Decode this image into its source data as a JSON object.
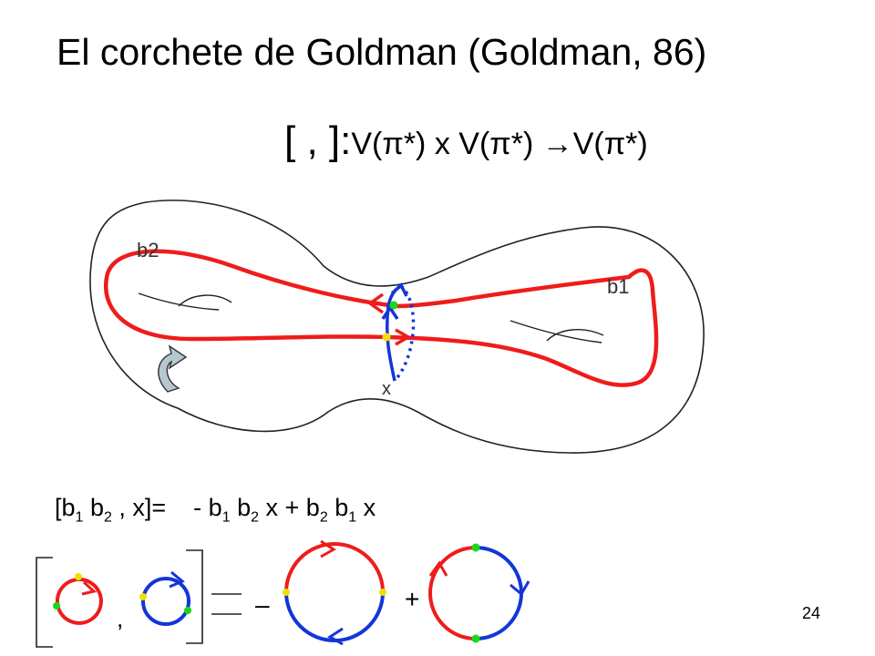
{
  "title": "El corchete de Goldman (Goldman, 86)",
  "signature": {
    "brackets": "[ , ]:",
    "map": "V(π*) x V(π*)  →V(π*)"
  },
  "surface_labels": {
    "b2": "b2",
    "b1": "b1",
    "x": "x"
  },
  "formula": {
    "lhs_open": "[b",
    "sub1": "1",
    "mid1": " b",
    "sub2": "2",
    "lhs_close": " , x]=",
    "term1_a": "- b",
    "sub3": "1",
    "term1_b": " b",
    "sub4": "2",
    "term1_c": " x  + b",
    "sub5": "2",
    "term2_b": " b",
    "sub6": "1",
    "term2_c": " x"
  },
  "pictorial": {
    "comma": ",",
    "minus": "–",
    "plus": "+"
  },
  "page_number": "24",
  "colors": {
    "red": "#ee1c1c",
    "blue": "#1435d8",
    "yellow": "#f0e000",
    "green": "#18d818",
    "arrow_fill": "#b6c8cf"
  }
}
